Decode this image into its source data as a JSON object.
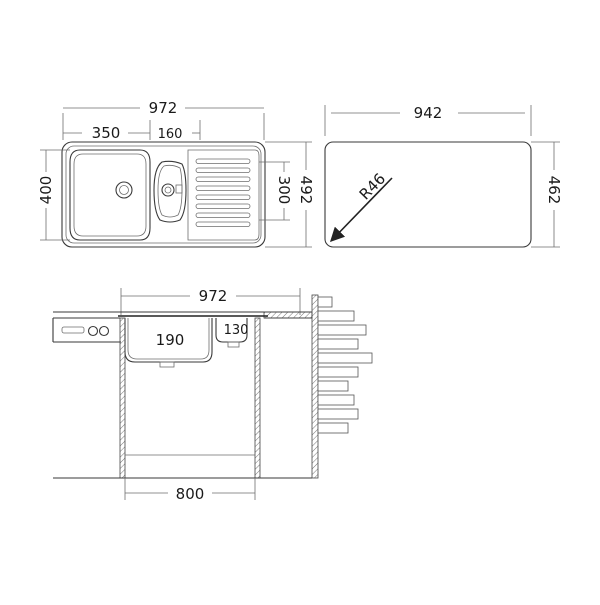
{
  "top_view": {
    "overall_width": "972",
    "left_bowl_width": "350",
    "small_bowl_width": "160",
    "bowl_depth": "400",
    "small_bowl_depth": "300",
    "overall_depth": "492"
  },
  "cutout": {
    "width": "942",
    "depth": "462",
    "corner_radius": "R46"
  },
  "section_view": {
    "overall_width": "972",
    "main_bowl_height": "190",
    "small_bowl_height": "130",
    "cabinet_width": "800"
  }
}
